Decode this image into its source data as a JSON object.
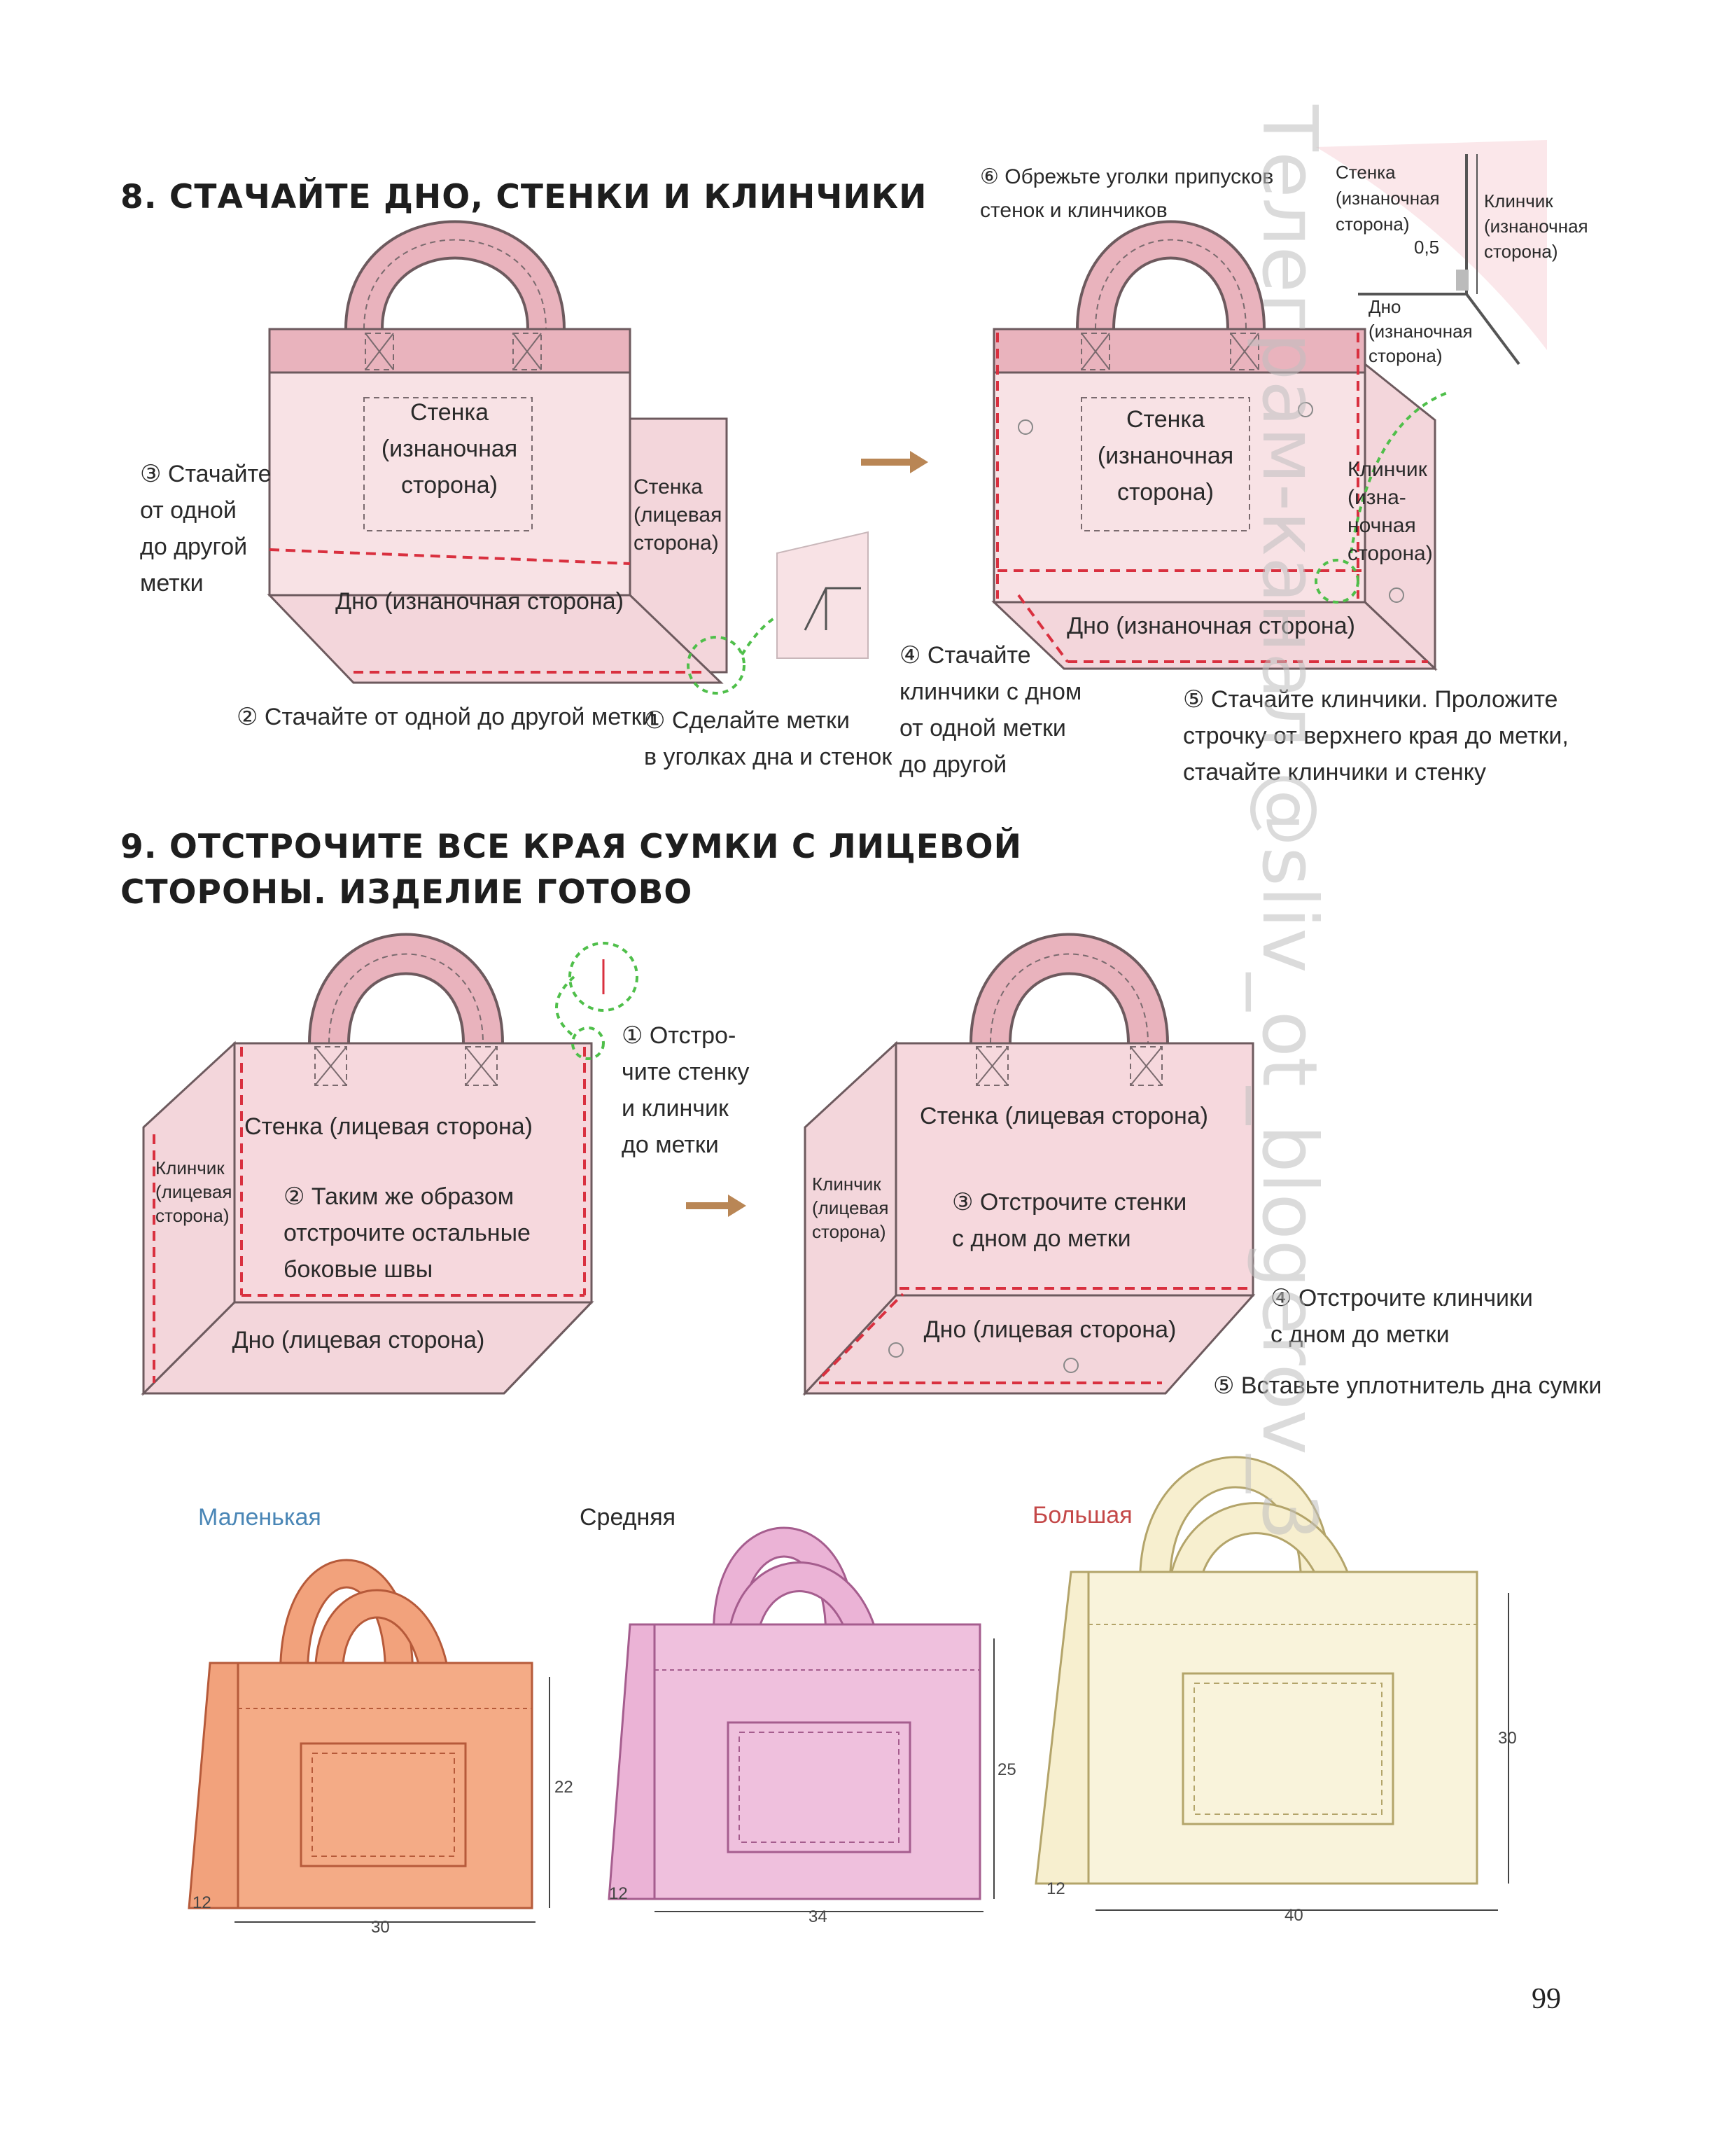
{
  "step8": {
    "title": "8. СТАЧАЙТЕ ДНО, СТЕНКИ И КЛИНЧИКИ",
    "left": {
      "wall": [
        "Стенка",
        "(изнаночная",
        "сторона)"
      ],
      "wall_face": [
        "Стенка",
        "(лицевая",
        "сторона)"
      ],
      "bottom": "Дно (изнаночная сторона)",
      "n3": [
        "③ Стачайте",
        "от одной",
        "до другой",
        "метки"
      ],
      "n2": "② Стачайте от одной до другой метки",
      "n1": [
        "① Сделайте метки",
        "в уголках дна и стенок"
      ]
    },
    "right": {
      "n6": [
        "⑥ Обрежьте уголки припусков",
        "стенок и клинчиков"
      ],
      "detail_wall": [
        "Стенка",
        "(изнаночная",
        "сторона)"
      ],
      "detail_gusset": [
        "Клинчик",
        "(изнаночная",
        "сторона)"
      ],
      "detail_bottom": [
        "Дно",
        "(изнаночная",
        "сторона)"
      ],
      "detail_value": "0,5",
      "wall": [
        "Стенка",
        "(изнаночная",
        "сторона)"
      ],
      "gusset": [
        "Клинчик",
        "(изна-",
        "ночная",
        "сторона)"
      ],
      "bottom": "Дно (изнаночная сторона)",
      "n4": [
        "④ Стачайте",
        "клинчики с дном",
        "от одной метки",
        "до другой"
      ],
      "n5": [
        "⑤ Стачайте клинчики. Проложите",
        "строчку от верхнего края до метки,",
        "стачайте клинчики и стенку"
      ]
    }
  },
  "step9": {
    "title_line1": "9. ОТСТРОЧИТЕ ВСЕ КРАЯ СУМКИ С ЛИЦЕВОЙ",
    "title_line2": "СТОРОНЫ. ИЗДЕЛИЕ ГОТОВО",
    "left": {
      "wall": "Стенка (лицевая сторона)",
      "gusset": [
        "Клинчик",
        "(лицевая",
        "сторона)"
      ],
      "n2": [
        "② Таким же образом",
        "отстрочите остальные",
        "боковые швы"
      ],
      "bottom": "Дно (лицевая сторона)",
      "n1": [
        "① Отстро-",
        "чите стенку",
        "и клинчик",
        "до метки"
      ]
    },
    "right": {
      "wall": "Стенка (лицевая сторона)",
      "gusset": [
        "Клинчик",
        "(лицевая",
        "сторона)"
      ],
      "n3": [
        "③ Отстрочите стенки",
        "с дном до метки"
      ],
      "bottom": "Дно (лицевая сторона)",
      "n4": [
        "④ Отстрочите клинчики",
        "с дном до метки"
      ],
      "n5": "⑤ Вставьте уплотнитель дна сумки"
    }
  },
  "sizes": [
    {
      "name": "Маленькая",
      "color": "#f2a27c",
      "height": "22",
      "depth": "12",
      "width": "30"
    },
    {
      "name": "Средняя",
      "color": "#ebb3d6",
      "height": "25",
      "depth": "12",
      "width": "34"
    },
    {
      "name": "Большая",
      "color": "#f7efcf",
      "height": "30",
      "depth": "12",
      "width": "40"
    }
  ],
  "colors": {
    "pink": "#f4d3d8",
    "pink_dark": "#e9b3bd",
    "red_stitch": "#d9303f",
    "green_circle": "#4fbf4a"
  },
  "page_number": "99",
  "watermark": "Телеграм-канал @sliv_ot_blogerov_3"
}
